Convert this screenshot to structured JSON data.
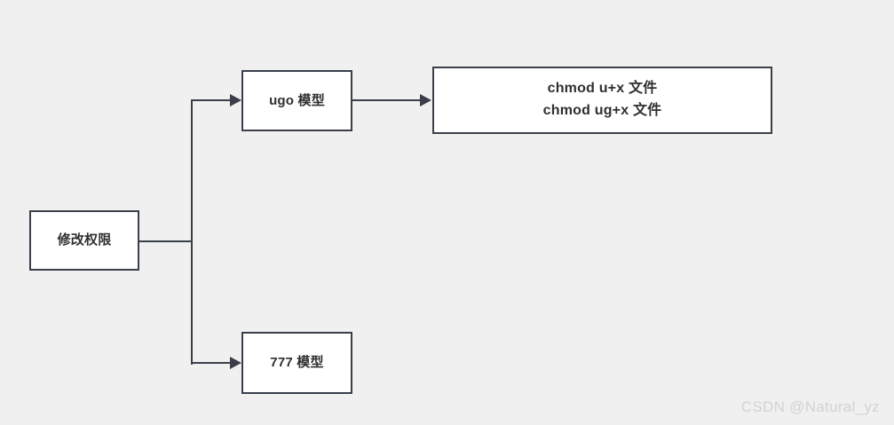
{
  "diagram": {
    "type": "flowchart",
    "orientation": "left-to-right",
    "background_color": "#eff0ef",
    "border_color": "#3a3f4a",
    "text_color": "#2f2f2f",
    "nodes": [
      {
        "id": "root",
        "label": "修改权限"
      },
      {
        "id": "ugo",
        "label": "ugo 模型"
      },
      {
        "id": "cmd",
        "line1": "chmod u+x 文件",
        "line2": "chmod ug+x 文件"
      },
      {
        "id": "mode777",
        "label": "777 模型"
      }
    ],
    "edges": [
      {
        "from": "root",
        "to": "ugo",
        "style": "elbow-arrow"
      },
      {
        "from": "root",
        "to": "mode777",
        "style": "elbow-arrow"
      },
      {
        "from": "ugo",
        "to": "cmd",
        "style": "straight-arrow"
      }
    ]
  },
  "watermark": {
    "text": "CSDN @Natural_yz",
    "color": "#d2d3d4"
  }
}
